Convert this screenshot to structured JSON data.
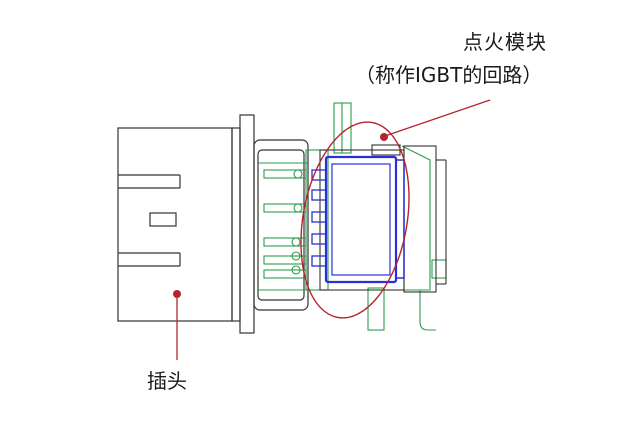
{
  "labels": {
    "ignition_module": "点火模块",
    "igbt_note": "（称作IGBT的回路）",
    "plug": "插头"
  },
  "colors": {
    "outline": "#333333",
    "connector": "#2a9d4a",
    "module": "#2a2fd6",
    "highlight": "#b3262b"
  }
}
